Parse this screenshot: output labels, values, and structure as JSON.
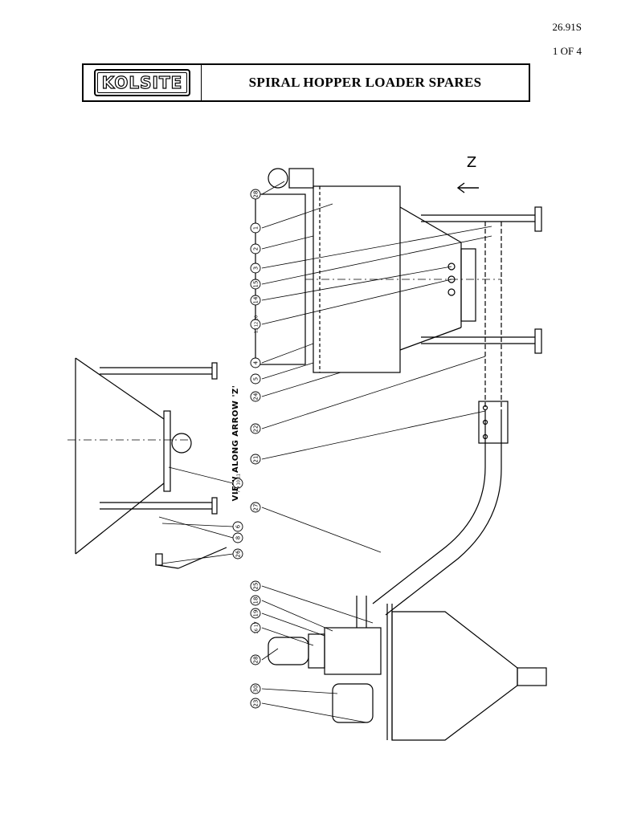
{
  "document": {
    "reference": "26.91S",
    "page": "1 OF 4",
    "title": "SPIRAL HOPPER LOADER SPARES",
    "logo_text": "KOLSITE"
  },
  "drawing": {
    "view_label": "VIEW ALONG ARROW 'Z'",
    "arrow_label": "Z",
    "callouts": {
      "c_28a": "28",
      "c_1": "1",
      "c_2": "2",
      "c_3": "3",
      "c_15": "15",
      "c_14": "14",
      "c_13_12_20": "13 12 20",
      "c_4": "4",
      "c_5": "5",
      "c_24": "24",
      "c_22": "22",
      "c_21": "21",
      "c_27": "27",
      "c_7_9_10_11": "7 9 10 11",
      "c_6": "6",
      "c_8": "8",
      "c_26": "26",
      "c_25": "25",
      "c_18": "18",
      "c_19": "19",
      "c_16_17": "16 17",
      "c_28b": "28",
      "c_30": "30",
      "c_23": "23"
    }
  }
}
